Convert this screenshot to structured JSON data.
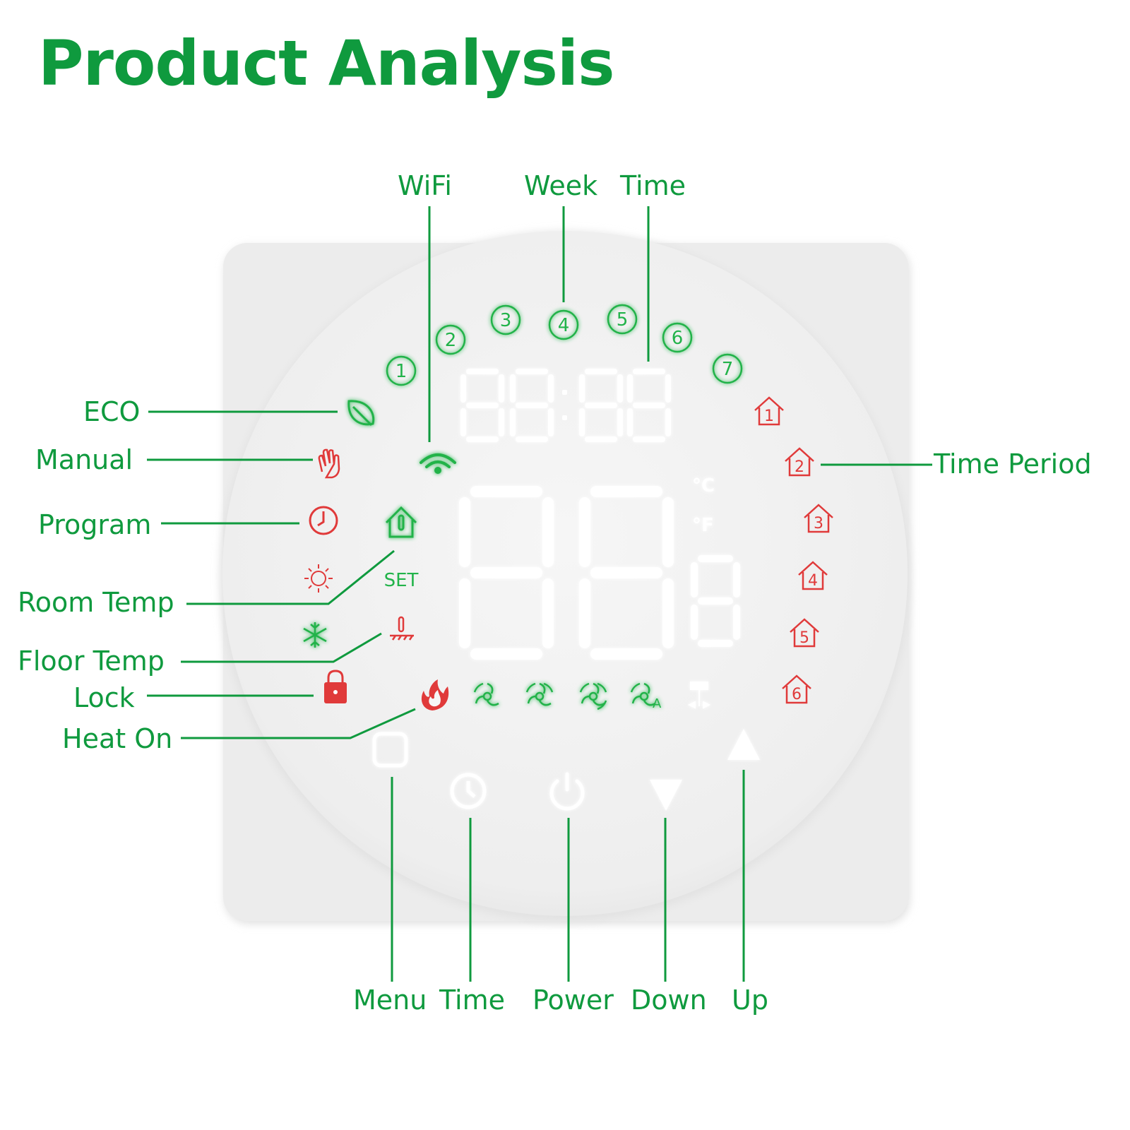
{
  "title": "Product Analysis",
  "colors": {
    "label_green": "#0f9a3e",
    "icon_green": "#22b34a",
    "icon_red": "#e03a3a",
    "segment_white": "#ffffff",
    "device_face": "#f2f2f2",
    "device_backplate": "#ebebeb"
  },
  "callouts": {
    "wifi": "WiFi",
    "week": "Week",
    "time_top": "Time",
    "eco": "ECO",
    "manual": "Manual",
    "program": "Program",
    "room_temp": "Room Temp",
    "floor_temp": "Floor Temp",
    "lock": "Lock",
    "heat_on": "Heat On",
    "time_period": "Time Period",
    "menu": "Menu",
    "time_bottom": "Time",
    "power": "Power",
    "down": "Down",
    "up": "Up"
  },
  "display": {
    "week_days": [
      "1",
      "2",
      "3",
      "4",
      "5",
      "6",
      "7"
    ],
    "periods": [
      "1",
      "2",
      "3",
      "4",
      "5",
      "6"
    ],
    "set_label": "SET",
    "unit_c": "°C",
    "unit_f": "°F",
    "fan_auto_mark": "A"
  },
  "icons": {
    "eco": "leaf-icon",
    "manual": "hand-icon",
    "program": "clock-icon",
    "room_temp": "house-thermometer-icon",
    "heat_mode": "sun-icon",
    "cool_mode": "snowflake-icon",
    "floor_temp": "floor-thermometer-icon",
    "lock": "padlock-icon",
    "heat_on": "flame-icon",
    "wifi": "wifi-icon",
    "fan_speeds": [
      "fan-low-icon",
      "fan-medium-icon",
      "fan-high-icon",
      "fan-auto-icon"
    ],
    "valve": "valve-icon",
    "menu_button": "square-button-icon",
    "time_button": "clock-button-icon",
    "power_button": "power-icon",
    "down_button": "triangle-down-icon",
    "up_button": "triangle-up-icon"
  }
}
